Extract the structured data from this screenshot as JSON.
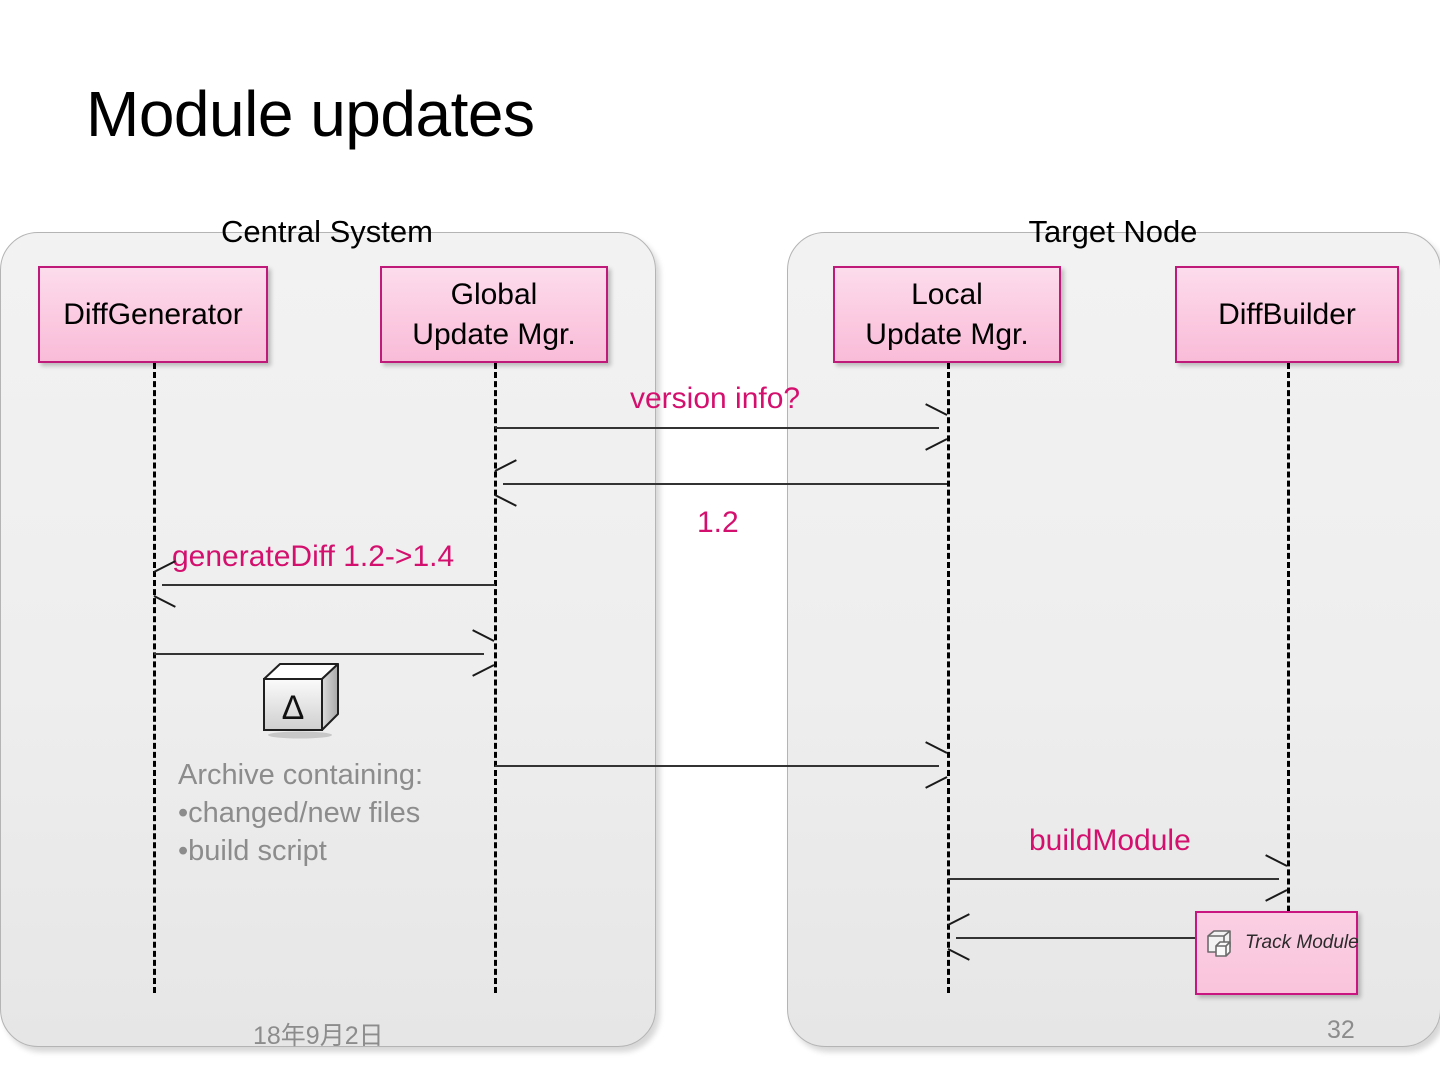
{
  "slide": {
    "title": "Module updates",
    "page_number": "32",
    "date": "18年9月2日"
  },
  "colors": {
    "message_label": "#d4106e",
    "box_border": "#bf1a7a",
    "box_fill_top": "#fcdcec",
    "box_fill_bottom": "#f9bcd8",
    "frame_fill": "#eeeeee",
    "frame_border": "#b4b4b4",
    "note_text": "#8c8c8c",
    "arrow": "#1a1a1a"
  },
  "frames": [
    {
      "id": "central",
      "label": "Central System"
    },
    {
      "id": "target",
      "label": "Target Node"
    }
  ],
  "lifelines": [
    {
      "id": "diffgenerator",
      "label": "DiffGenerator",
      "frame": "central"
    },
    {
      "id": "globalmgr",
      "label": "Global\nUpdate Mgr.",
      "line1": "Global",
      "line2": "Update Mgr.",
      "frame": "central"
    },
    {
      "id": "localmgr",
      "label": "Local\nUpdate Mgr.",
      "line1": "Local",
      "line2": "Update Mgr.",
      "frame": "target"
    },
    {
      "id": "diffbuilder",
      "label": "DiffBuilder",
      "frame": "target"
    }
  ],
  "messages": [
    {
      "id": "version-info",
      "label": "version info?",
      "from": "globalmgr",
      "to": "localmgr",
      "direction": "right"
    },
    {
      "id": "version-reply",
      "label": "1.2",
      "from": "localmgr",
      "to": "globalmgr",
      "direction": "left"
    },
    {
      "id": "generate-diff",
      "label": "generateDiff 1.2->1.4",
      "from": "globalmgr",
      "to": "diffgenerator",
      "direction": "left"
    },
    {
      "id": "diff-return",
      "label": "",
      "from": "diffgenerator",
      "to": "globalmgr",
      "direction": "right"
    },
    {
      "id": "send-archive",
      "label": "",
      "from": "globalmgr",
      "to": "localmgr",
      "direction": "right"
    },
    {
      "id": "build-module",
      "label": "buildModule",
      "from": "localmgr",
      "to": "diffbuilder",
      "direction": "right"
    },
    {
      "id": "build-return",
      "label": "",
      "from": "diffbuilder",
      "to": "localmgr",
      "direction": "left"
    }
  ],
  "notes": {
    "archive": {
      "icon": "delta-cube-icon",
      "glyph": "Δ",
      "line1": "Archive containing:",
      "line2": "•changed/new files",
      "line3": "•build script"
    },
    "track_module": {
      "label": "Track Module",
      "icon": "component-icon"
    }
  }
}
